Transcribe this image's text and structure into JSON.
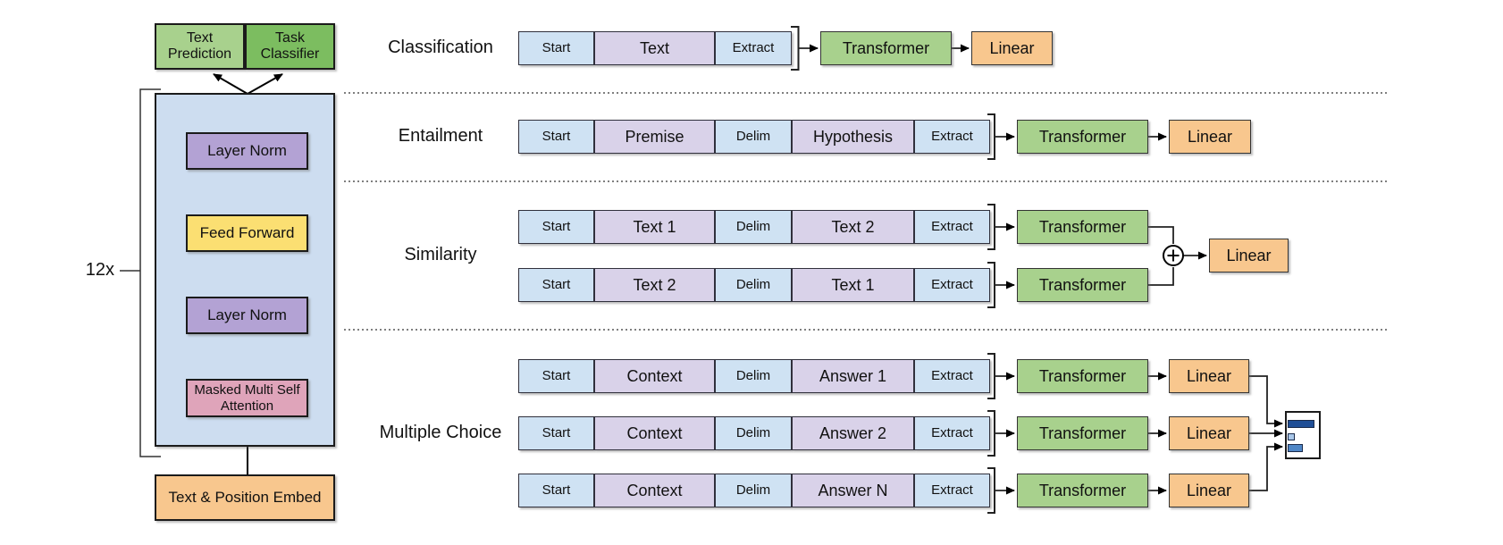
{
  "left_diagram": {
    "repeat_label": "12x",
    "text_prediction": "Text Prediction",
    "task_classifier": "Task Classifier",
    "layer_norm_top": "Layer Norm",
    "feed_forward": "Feed Forward",
    "layer_norm_bottom": "Layer Norm",
    "masked_attention": "Masked Multi Self Attention",
    "embed": "Text & Position Embed"
  },
  "tasks": {
    "classification": {
      "label": "Classification",
      "tokens": [
        "Start",
        "Text",
        "Extract"
      ],
      "transformer": "Transformer",
      "linear": "Linear"
    },
    "entailment": {
      "label": "Entailment",
      "tokens": [
        "Start",
        "Premise",
        "Delim",
        "Hypothesis",
        "Extract"
      ],
      "transformer": "Transformer",
      "linear": "Linear"
    },
    "similarity": {
      "label": "Similarity",
      "row1": [
        "Start",
        "Text 1",
        "Delim",
        "Text 2",
        "Extract"
      ],
      "row2": [
        "Start",
        "Text 2",
        "Delim",
        "Text 1",
        "Extract"
      ],
      "transformer1": "Transformer",
      "transformer2": "Transformer",
      "linear": "Linear"
    },
    "multiple_choice": {
      "label": "Multiple Choice",
      "row1": [
        "Start",
        "Context",
        "Delim",
        "Answer 1",
        "Extract"
      ],
      "row2": [
        "Start",
        "Context",
        "Delim",
        "Answer 2",
        "Extract"
      ],
      "row3": [
        "Start",
        "Context",
        "Delim",
        "Answer N",
        "Extract"
      ],
      "transformer1": "Transformer",
      "transformer2": "Transformer",
      "transformer3": "Transformer",
      "linear1": "Linear",
      "linear2": "Linear",
      "linear3": "Linear"
    }
  },
  "icons": {
    "plus_circle": "+",
    "bar_chart_bars": 3
  },
  "colors": {
    "token_blue": "#cfe2f3",
    "token_lavender": "#d9d2e9",
    "container_blue": "#cdddf0",
    "green_light": "#a8d18d",
    "green_dark": "#7cbd60",
    "purple": "#b3a2d4",
    "yellow": "#fbdf72",
    "pink": "#dfa4ba",
    "orange": "#f8c78e",
    "bar_dark": "#1f4e96",
    "bar_light": "#a9c7e9",
    "bar_medium": "#4f86c6"
  }
}
